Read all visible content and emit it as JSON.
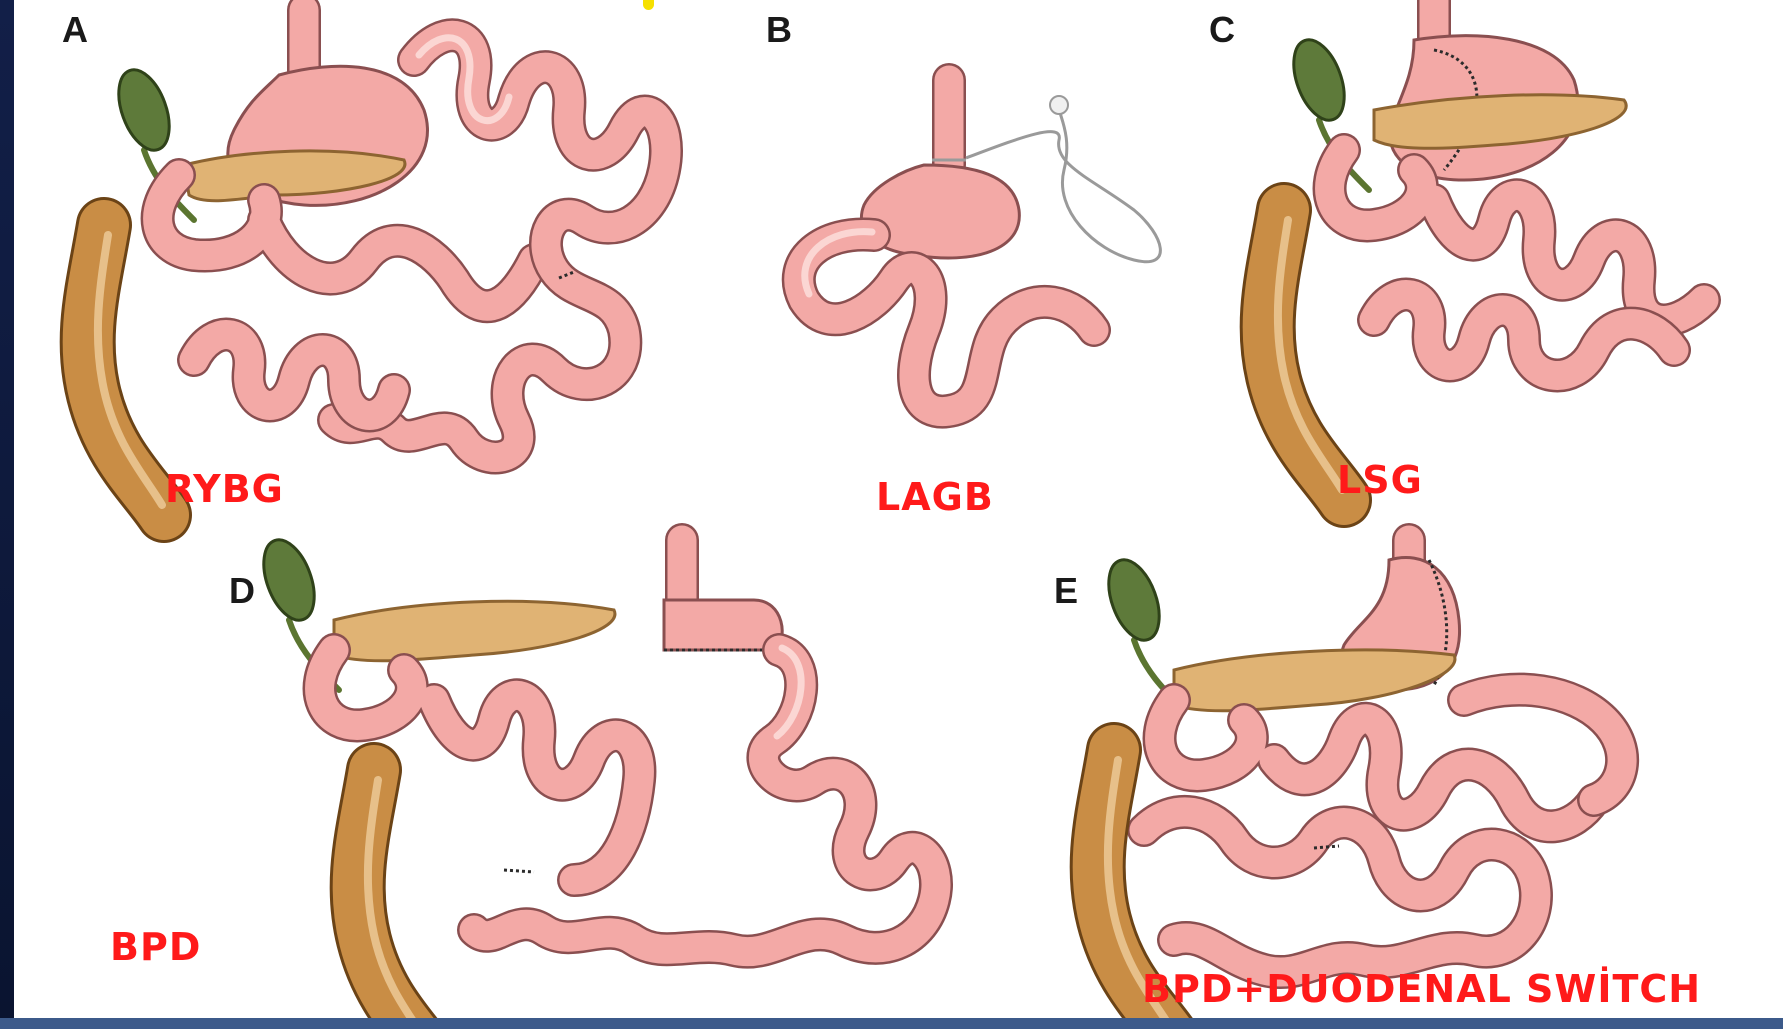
{
  "panels": [
    {
      "letter": "A",
      "procedure": "RYBG"
    },
    {
      "letter": "B",
      "procedure": "LAGB"
    },
    {
      "letter": "C",
      "procedure": "LSG"
    },
    {
      "letter": "D",
      "procedure": "BPD"
    },
    {
      "letter": "E",
      "procedure": "BPD+DUODENAL SWİTCH"
    }
  ],
  "colors": {
    "label_red": "#ff1a1a",
    "intestine": "#f3a9a6",
    "colon": "#c98d45",
    "pancreas": "#e0b374",
    "gallbladder": "#5e7a3a",
    "frame": "#0b1636"
  },
  "icons": [
    "gallbladder-icon",
    "pancreas-icon",
    "stomach-icon",
    "colon-icon",
    "gastric-band-icon"
  ]
}
